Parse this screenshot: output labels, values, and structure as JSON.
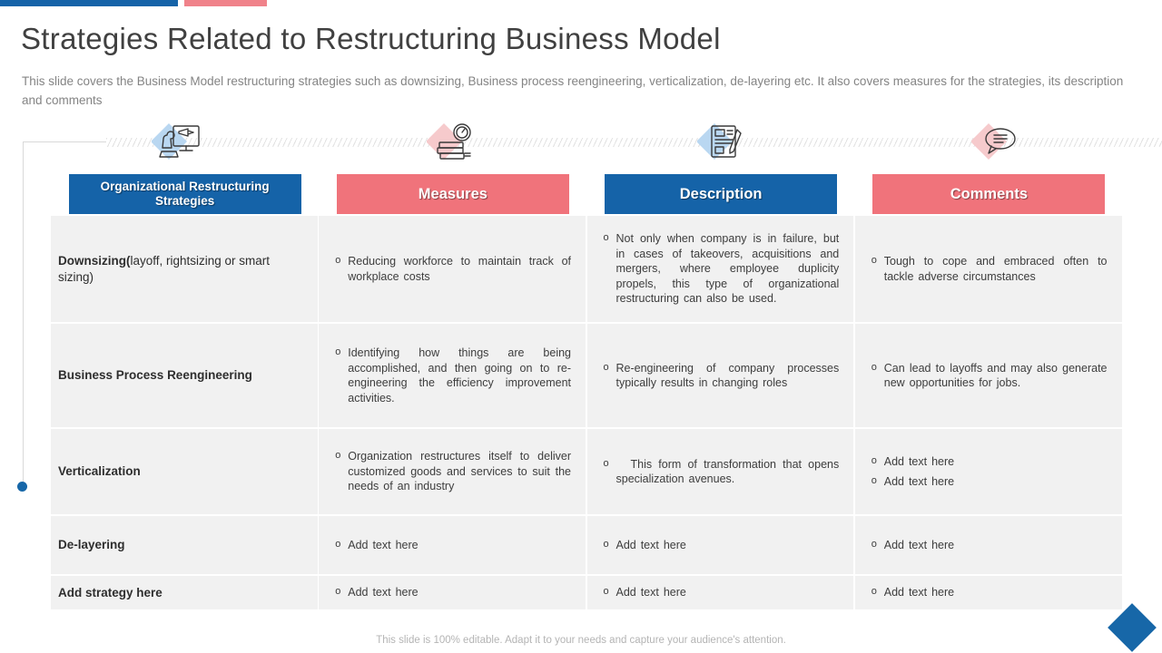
{
  "colors": {
    "accent_blue": "#1563A8",
    "accent_pink": "#F0737B",
    "topbar_pink": "#F0828A",
    "icon_blue_tint": "#B9D7F1",
    "icon_pink_tint": "#F6CACC",
    "row_background": "#F1F1F1",
    "corner_diamond": "#1767A8"
  },
  "header": {
    "title": "Strategies Related to Restructuring Business Model",
    "subtitle": "This slide covers the Business Model restructuring strategies such as downsizing, Business process reengineering, verticalization, de-layering etc. It also covers measures for the strategies, its description and comments"
  },
  "icons": [
    {
      "name": "strategy-chess-icon",
      "tint": "blue"
    },
    {
      "name": "measures-gauge-icon",
      "tint": "pink"
    },
    {
      "name": "description-news-icon",
      "tint": "blue"
    },
    {
      "name": "comments-bubble-icon",
      "tint": "pink"
    }
  ],
  "table": {
    "columns": [
      {
        "label": "Organizational Restructuring Strategies",
        "color": "blue"
      },
      {
        "label": "Measures",
        "color": "pink"
      },
      {
        "label": "Description",
        "color": "blue"
      },
      {
        "label": "Comments",
        "color": "pink"
      }
    ],
    "bullet_marker": "o",
    "rows": [
      {
        "strategy": {
          "bold": "Downsizing(",
          "rest": "layoff, rightsizing or smart sizing)"
        },
        "measures": [
          "Reducing workforce to maintain track of workplace costs"
        ],
        "description": [
          "Not only when company is in failure, but in cases of takeovers, acquisitions and mergers, where employee duplicity propels, this type of organizational restructuring can also be used."
        ],
        "comments": [
          "Tough to cope and embraced often to tackle adverse circumstances"
        ]
      },
      {
        "strategy": {
          "bold": "Business Process Reengineering",
          "rest": ""
        },
        "measures": [
          "Identifying how things are being accomplished, and then going on to re-engineering the efficiency improvement activities."
        ],
        "description": [
          "Re-engineering of company processes typically results in changing roles"
        ],
        "comments": [
          "Can lead to layoffs and may also generate new opportunities for jobs."
        ]
      },
      {
        "strategy": {
          "bold": "Verticalization",
          "rest": ""
        },
        "measures": [
          "Organization restructures itself to deliver customized goods and services to suit the needs of an industry"
        ],
        "description": [
          "This form of transformation that opens specialization avenues."
        ],
        "comments": [
          "Add text here",
          "Add text here"
        ]
      },
      {
        "strategy": {
          "bold": "De-layering",
          "rest": ""
        },
        "measures": [
          "Add text here"
        ],
        "description": [
          "Add text here"
        ],
        "comments": [
          "Add text here"
        ]
      },
      {
        "strategy": {
          "bold": "Add strategy here",
          "rest": ""
        },
        "measures": [
          "Add text here"
        ],
        "description": [
          "Add text here"
        ],
        "comments": [
          "Add text here"
        ]
      }
    ]
  },
  "footer": {
    "note": "This slide is 100% editable.  Adapt it to your needs and capture your audience's attention."
  }
}
